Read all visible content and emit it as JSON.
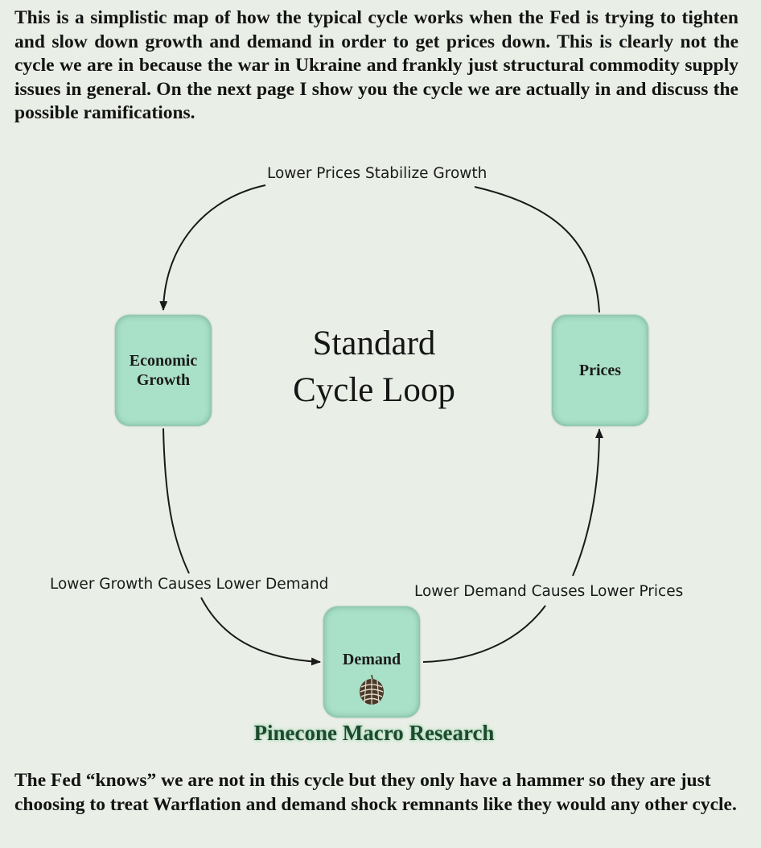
{
  "intro_text": "This is a simplistic map of how the typical cycle works when the Fed is trying to tighten and slow down growth and demand in order to get prices down. This is clearly not the cycle we are in because the war in Ukraine and frankly just structural commodity supply issues in general. On the next page I show you the cycle we are actually in and discuss the possible ramifications.",
  "diagram": {
    "title_line1": "Standard",
    "title_line2": "Cycle Loop",
    "nodes": {
      "growth_line1": "Economic",
      "growth_line2": "Growth",
      "prices": "Prices",
      "demand": "Demand"
    },
    "edges": {
      "prices_to_growth": "Lower Prices Stabilize Growth",
      "growth_to_demand": "Lower Growth Causes Lower Demand",
      "demand_to_prices": "Lower Demand Causes Lower Prices"
    },
    "pinecone_icon": "pinecone-icon",
    "brand": "Pinecone Macro Research",
    "colors": {
      "node_fill": "#a9e0c8",
      "background": "#e9efe6",
      "brand_text": "#1d4a2c"
    }
  },
  "outro_text": "The Fed “knows” we are not in this cycle but they only have a hammer so they are just choosing to treat Warflation and demand shock remnants like they would any other cycle."
}
